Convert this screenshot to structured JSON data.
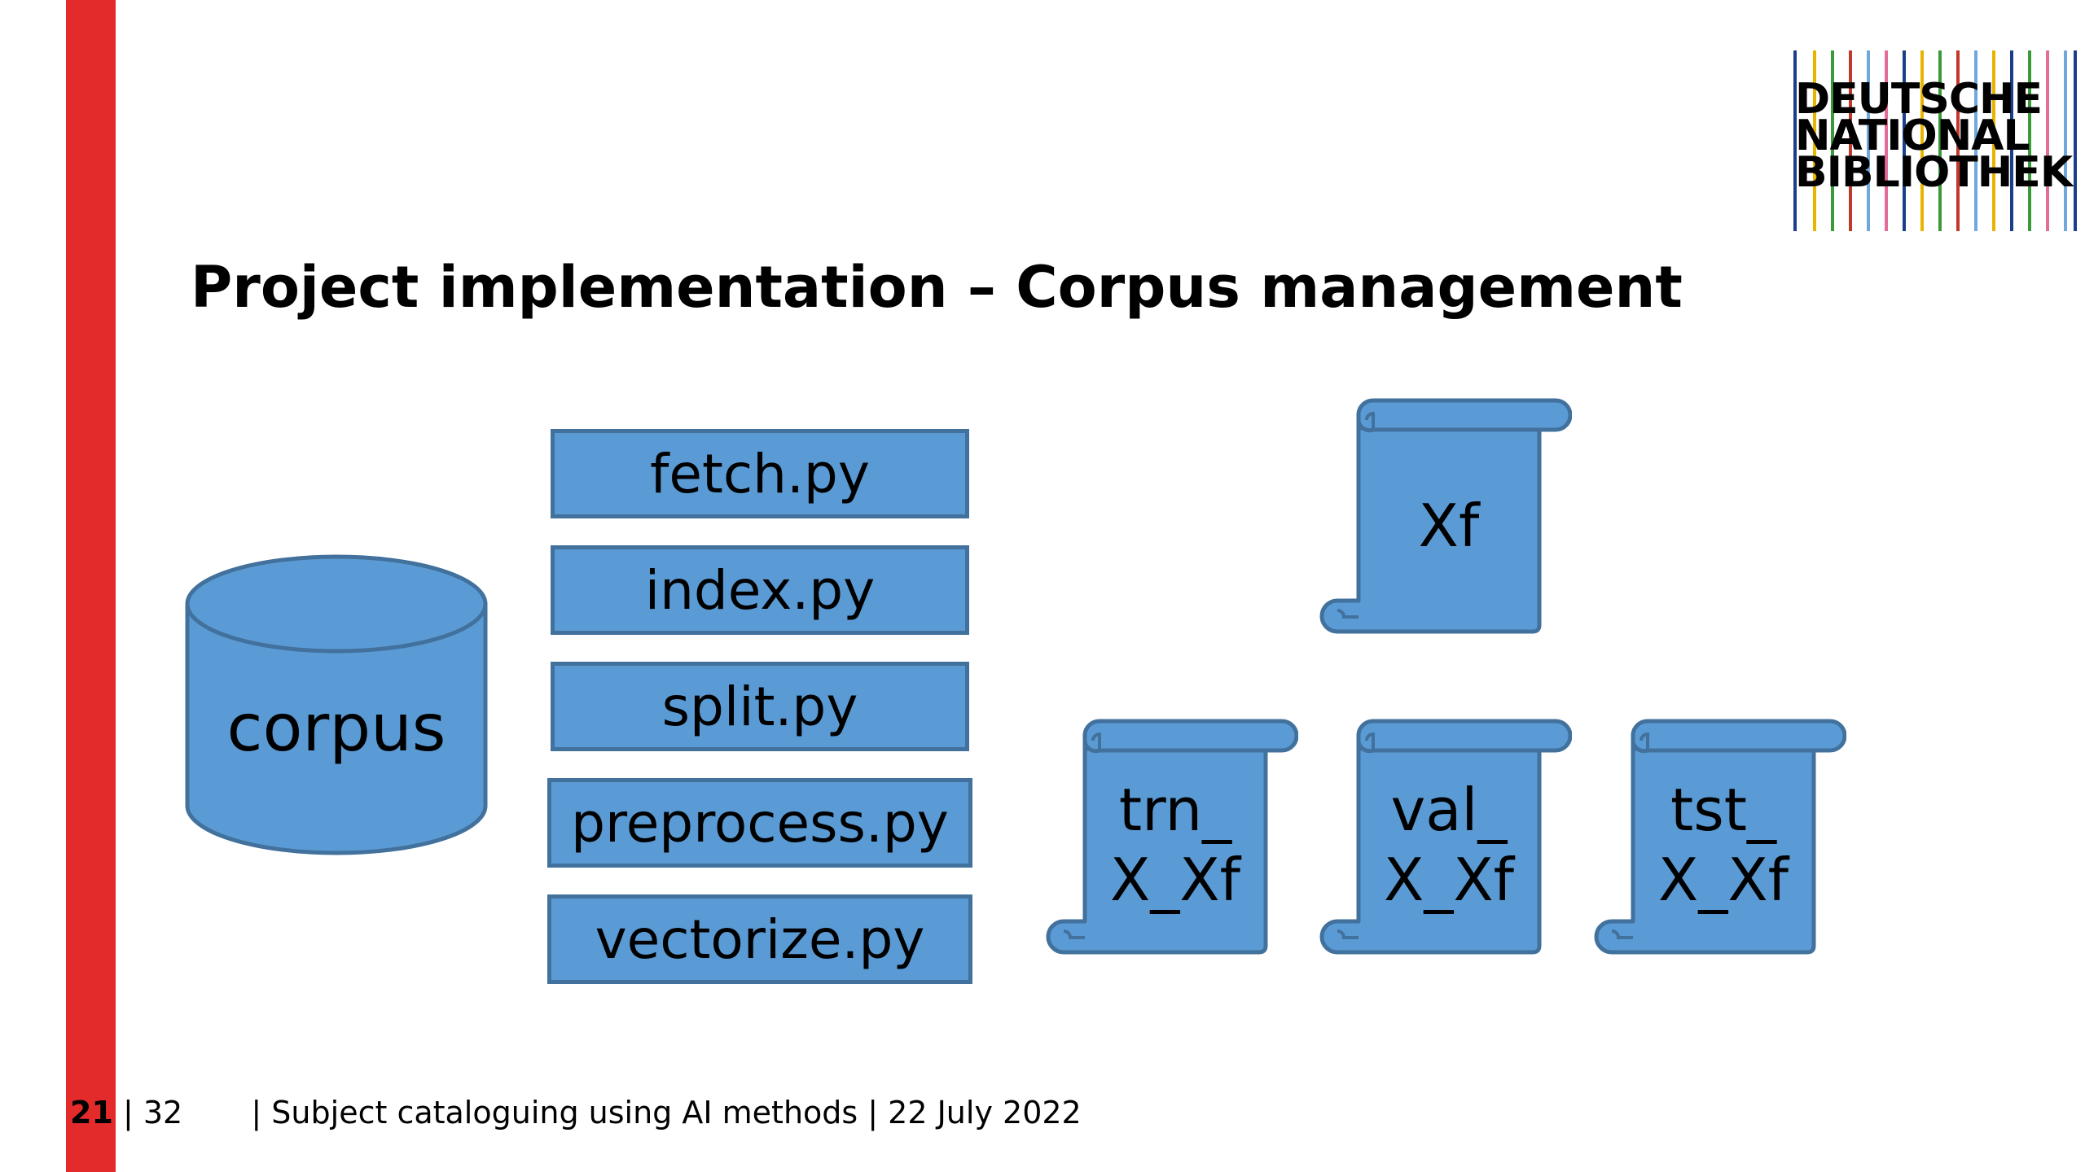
{
  "slide": {
    "title": "Project implementation – Corpus management",
    "accent_color": "#e32b2b",
    "shape_fill": "#5b9bd5",
    "shape_stroke": "#41719c"
  },
  "logo": {
    "line1": "DEUTSCHE",
    "line2": "NATIONAL",
    "line3": "BIBLIOTHEK"
  },
  "corpus": {
    "label": "corpus",
    "icon": "database-cylinder"
  },
  "scripts": [
    {
      "label": "fetch.py"
    },
    {
      "label": "index.py"
    },
    {
      "label": "split.py"
    },
    {
      "label": "preprocess.py"
    },
    {
      "label": "vectorize.py"
    }
  ],
  "files": {
    "xf": {
      "label": "Xf",
      "icon": "scroll"
    },
    "trn": {
      "line1": "trn_",
      "line2": "X_Xf",
      "icon": "scroll"
    },
    "val": {
      "line1": "val_",
      "line2": "X_Xf",
      "icon": "scroll"
    },
    "tst": {
      "line1": "tst_",
      "line2": "X_Xf",
      "icon": "scroll"
    }
  },
  "footer": {
    "page": "21",
    "total": "| 32",
    "info": "| Subject cataloguing using AI methods | 22 July 2022"
  }
}
